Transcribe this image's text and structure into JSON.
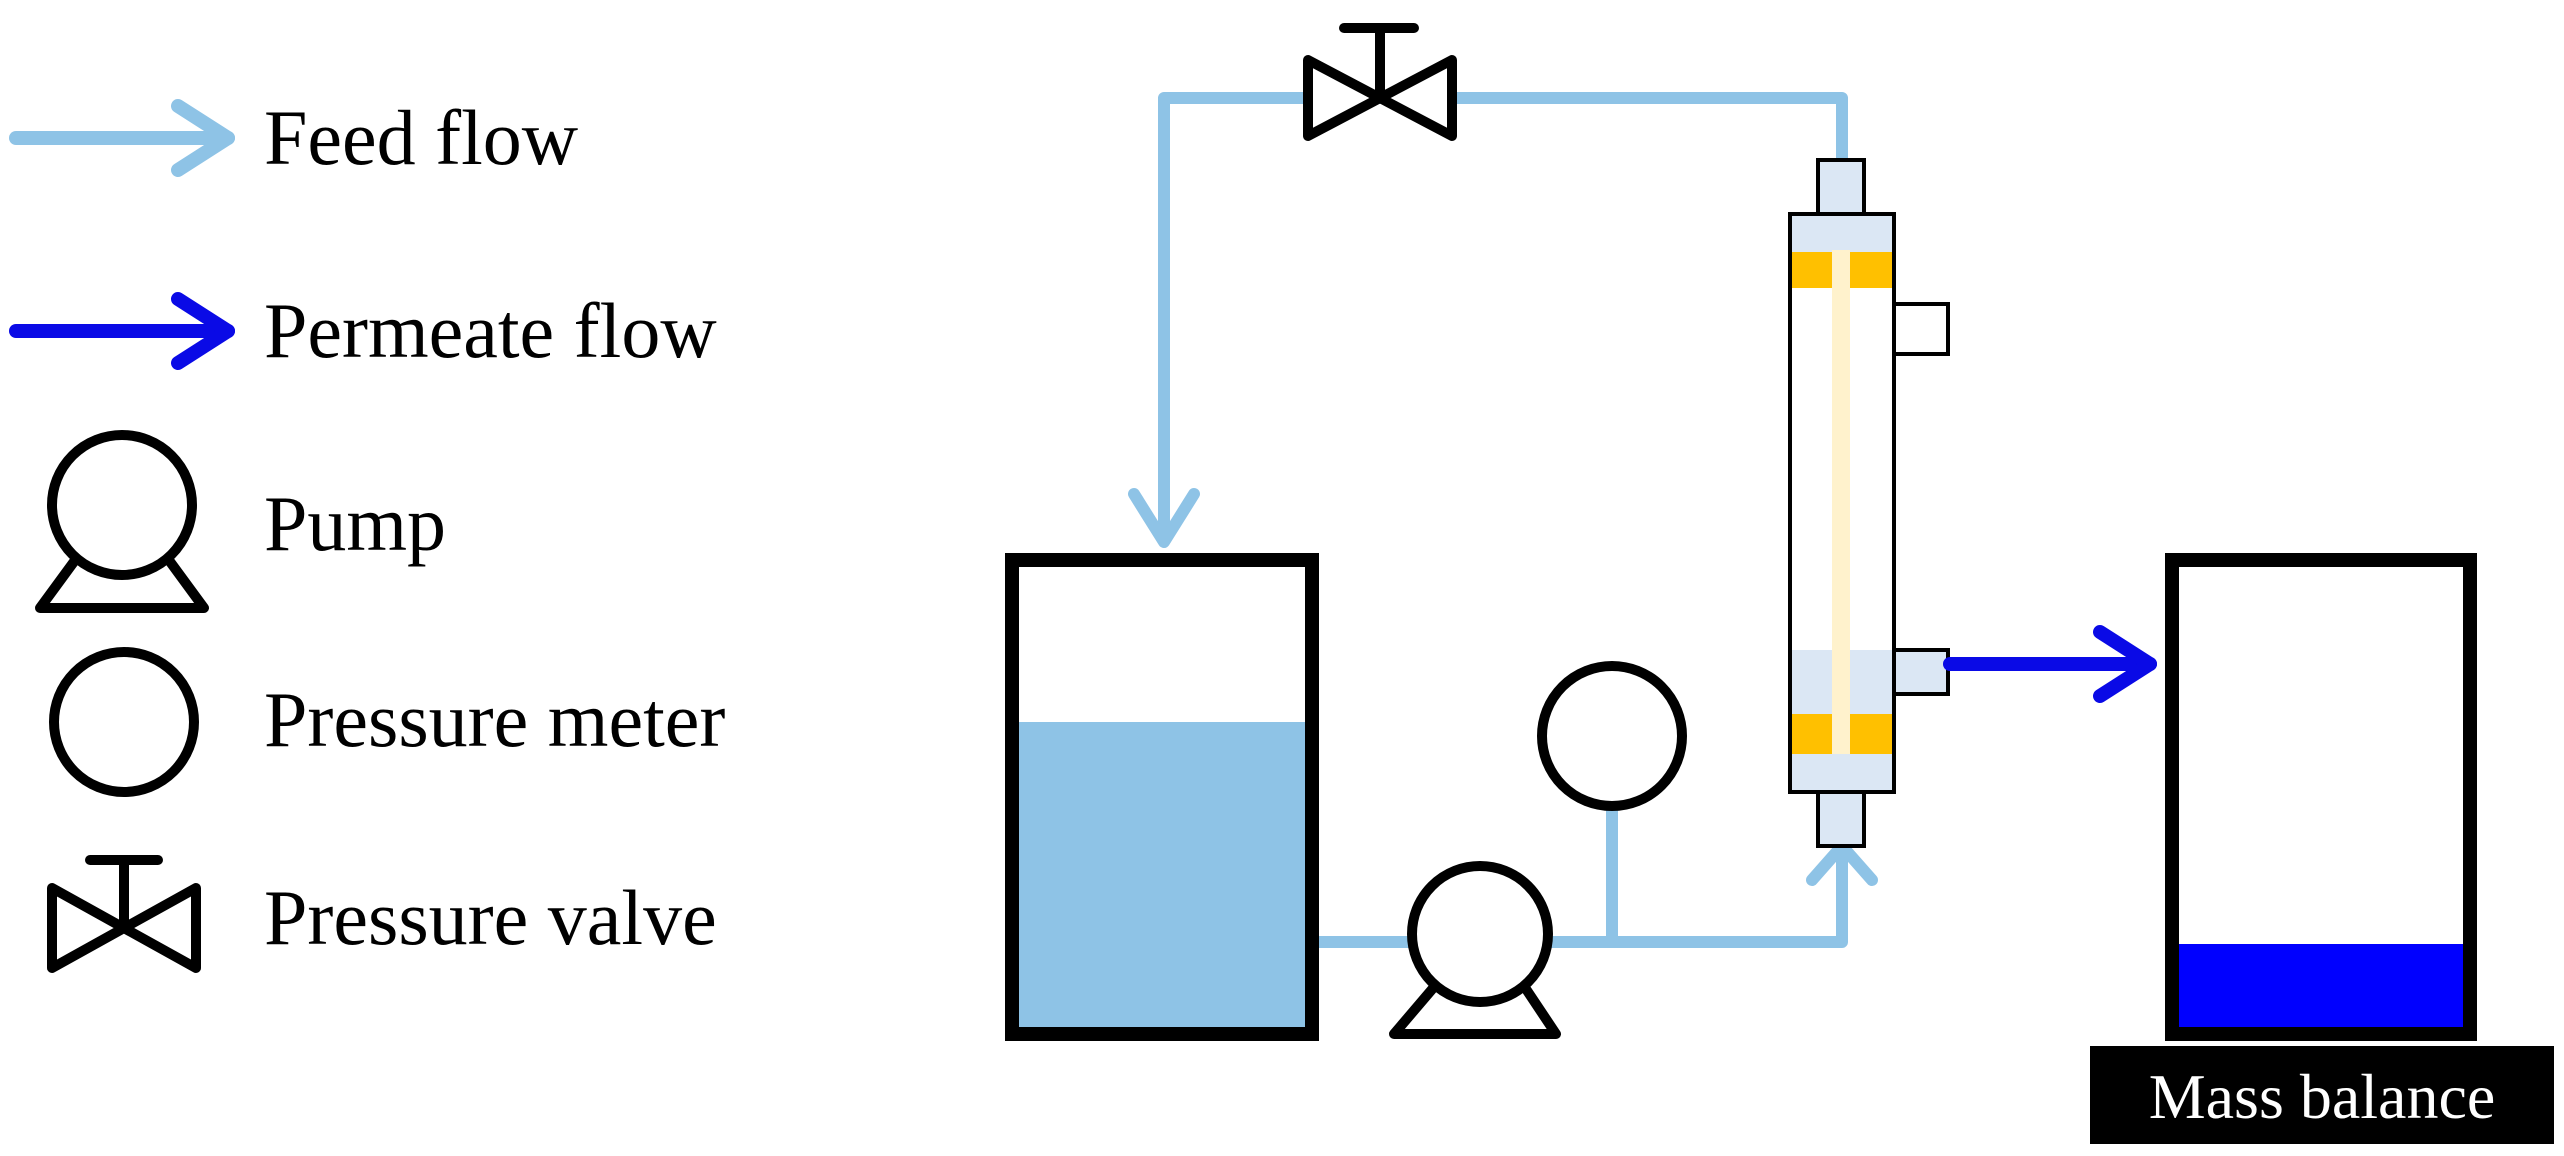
{
  "legend": {
    "feed_flow": "Feed flow",
    "permeate_flow": "Permeate flow",
    "pump": "Pump",
    "pressure_meter": "Pressure meter",
    "pressure_valve": "Pressure valve"
  },
  "diagram": {
    "mass_balance_label": "Mass balance"
  },
  "colors": {
    "feed": "#8ec3e6",
    "permeate": "#0a0ae6",
    "outline": "#000000",
    "module_fill": "#dbe7f4",
    "seal": "#ffc000",
    "fiber": "#fff2cc",
    "permeate_liquid": "#0000ff"
  }
}
